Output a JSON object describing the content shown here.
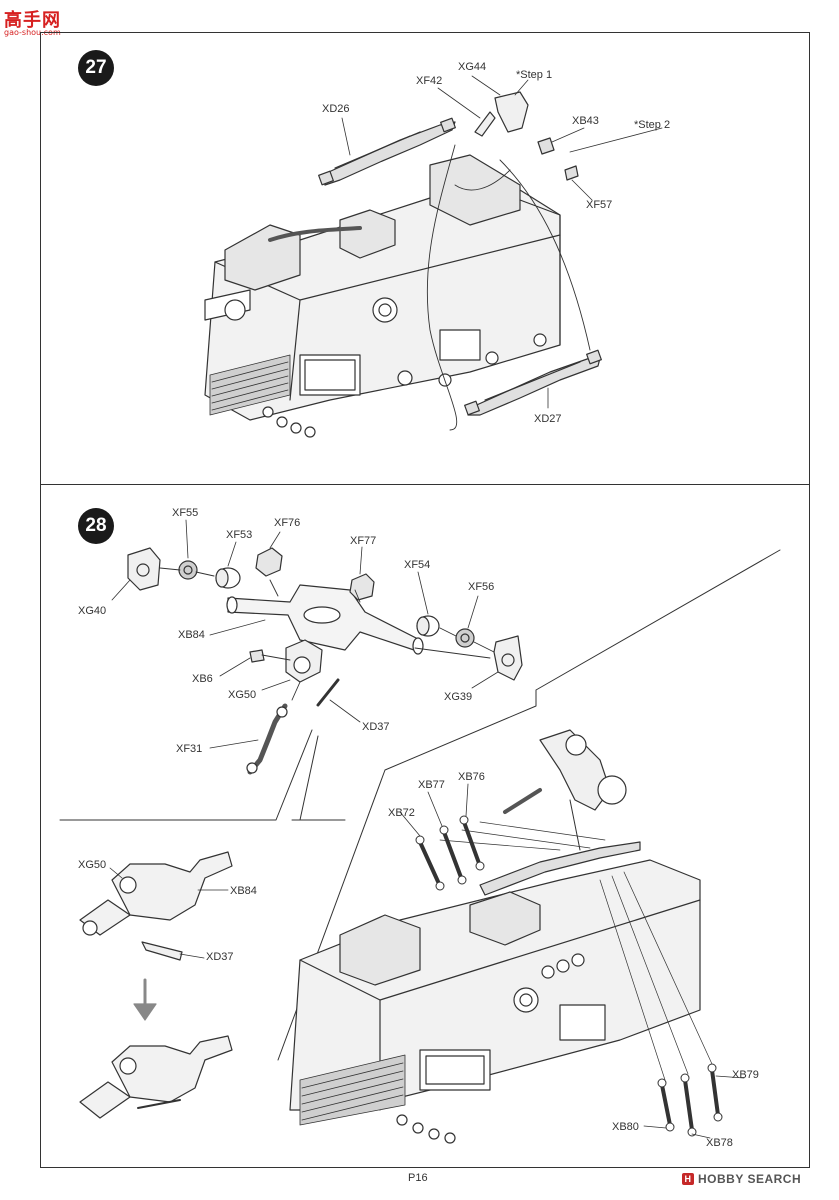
{
  "site_logo": {
    "name": "高手网",
    "url": "gao-shou.com"
  },
  "page": {
    "number": "P16"
  },
  "watermark": {
    "brand": "HOBBY SEARCH",
    "mark": "H"
  },
  "steps": [
    {
      "number": "27",
      "callouts": [
        "XG44",
        "*Step 1",
        "XF42",
        "XD26",
        "XB43",
        "*Step 2",
        "XF57",
        "XD27"
      ]
    },
    {
      "number": "28",
      "callouts": [
        "XF55",
        "XF53",
        "XF76",
        "XF77",
        "XF54",
        "XF56",
        "XG40",
        "XB84",
        "XB6",
        "XG50",
        "XG39",
        "XD37",
        "XF31",
        "XB77",
        "XB76",
        "XB72",
        "XG50",
        "XB84",
        "XD37",
        "XB79",
        "XB80",
        "XB78"
      ]
    }
  ]
}
